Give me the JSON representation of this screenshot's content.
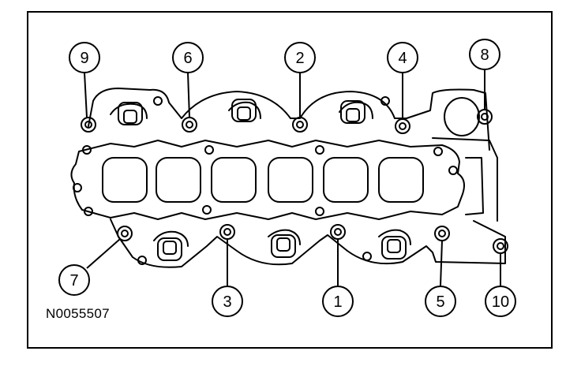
{
  "figure": {
    "id_label": "N0055507"
  },
  "colors": {
    "line": "#000000",
    "background": "#ffffff",
    "fill": "#ffffff"
  },
  "callouts": [
    {
      "label": "1"
    },
    {
      "label": "2"
    },
    {
      "label": "3"
    },
    {
      "label": "4"
    },
    {
      "label": "5"
    },
    {
      "label": "6"
    },
    {
      "label": "7"
    },
    {
      "label": "8"
    },
    {
      "label": "9"
    },
    {
      "label": "10"
    }
  ]
}
